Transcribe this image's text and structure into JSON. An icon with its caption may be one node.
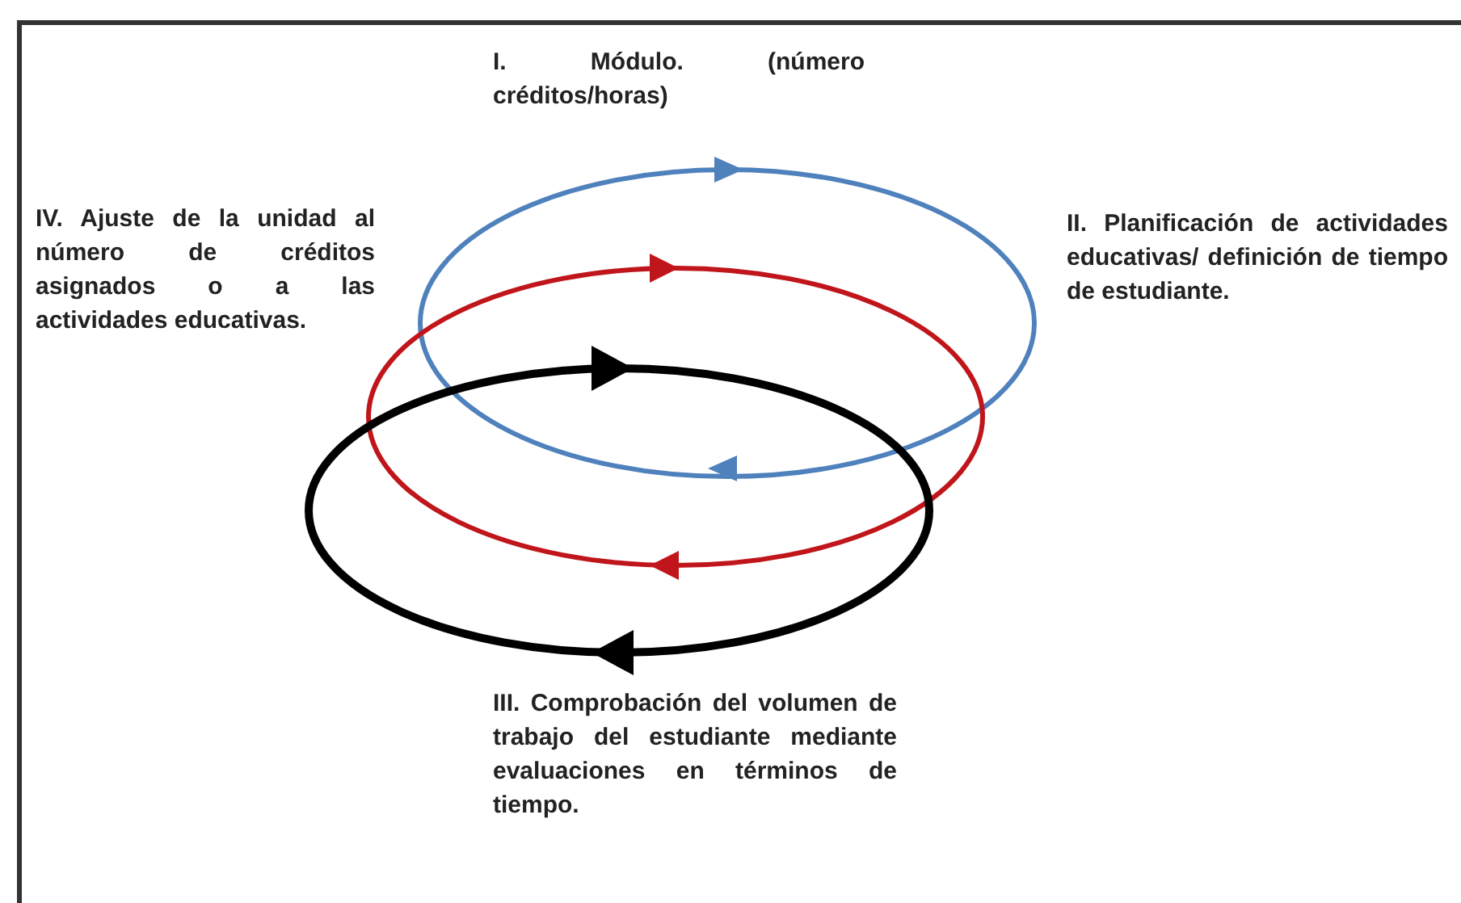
{
  "diagram": {
    "labels": [
      "I. Módulo. (número créditos/horas)",
      "IV. Ajuste de la unidad al número de créditos asignados o a las actividades educativas.",
      "II. Planificación de actividades educativas/ definición de tiempo de estudiante.",
      "III. Comprobación del volumen de trabajo del estudiante mediante evaluaciones en términos de tiempo."
    ]
  }
}
